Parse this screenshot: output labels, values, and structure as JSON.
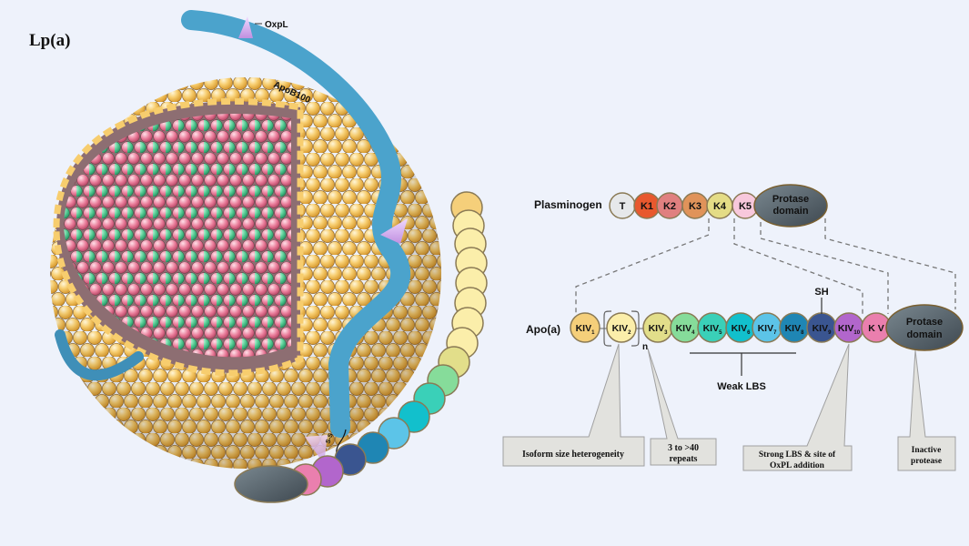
{
  "left_panel": {
    "title": "Lp(a)",
    "oxpl_label": "OxpL",
    "apob_label": "ApoB100",
    "disulfide_label": "S-S"
  },
  "plasminogen": {
    "label": "Plasminogen",
    "domains": [
      {
        "name": "T",
        "color": "#e6e8ea"
      },
      {
        "name": "K1",
        "color": "#e8582e"
      },
      {
        "name": "K2",
        "color": "#e08080"
      },
      {
        "name": "K3",
        "color": "#e0935a"
      },
      {
        "name": "K4",
        "color": "#e4dc86"
      },
      {
        "name": "K5",
        "color": "#f8c8dc"
      }
    ],
    "protease_line1": "Protase",
    "protease_line2": "domain"
  },
  "apoa": {
    "label": "Apo(a)",
    "domains": [
      {
        "base": "KIV",
        "sub": "1",
        "color": "#f5cf7a"
      },
      {
        "base": "KIV",
        "sub": "2",
        "color": "#fbeeaa"
      },
      {
        "base": "KIV",
        "sub": "3",
        "color": "#e2de8a"
      },
      {
        "base": "KIV",
        "sub": "4",
        "color": "#86dc9a"
      },
      {
        "base": "KIV",
        "sub": "5",
        "color": "#3ad0b8"
      },
      {
        "base": "KIV",
        "sub": "6",
        "color": "#12c0cc"
      },
      {
        "base": "KIV",
        "sub": "7",
        "color": "#5cc4e8"
      },
      {
        "base": "KIV",
        "sub": "8",
        "color": "#1f86b4"
      },
      {
        "base": "KIV",
        "sub": "9",
        "color": "#3a5590"
      },
      {
        "base": "KIV",
        "sub": "10",
        "color": "#b266cc"
      },
      {
        "base": "K V",
        "sub": "",
        "color": "#ea7fae"
      }
    ],
    "protease_line1": "Protase",
    "protease_line2": "domain",
    "repeat_label": "n",
    "sh_label": "SH",
    "weak_lbs_label": "Weak LBS"
  },
  "callouts": [
    {
      "line1": "Isoform size heterogeneity",
      "line2": ""
    },
    {
      "line1": "3 to >40",
      "line2": "repeats"
    },
    {
      "line1": "Strong LBS & site of",
      "line2": "OxPL addition"
    },
    {
      "line1": "Inactive",
      "line2": "protease"
    }
  ],
  "colors": {
    "background": "#eef2fb",
    "apob": "#4ba3cc",
    "phospholipid": "#f7cd6e",
    "protease": "#5d6870",
    "oxpl": "#d8a8ec"
  }
}
